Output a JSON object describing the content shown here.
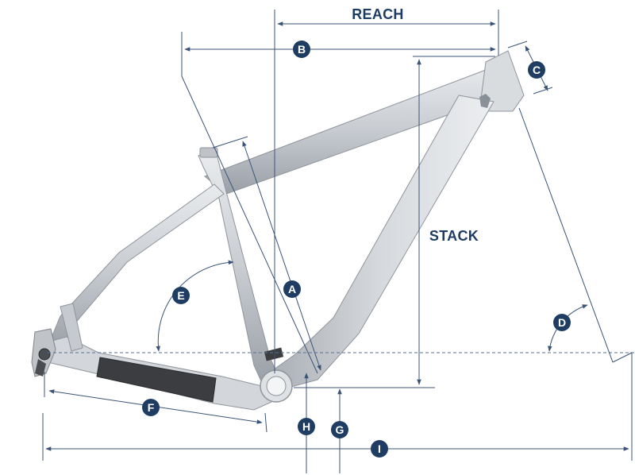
{
  "labels": {
    "reach": "REACH",
    "stack": "STACK",
    "a": "A",
    "b": "B",
    "c": "C",
    "d": "D",
    "e": "E",
    "f": "F",
    "g": "G",
    "h": "H",
    "i": "I"
  },
  "colors": {
    "badge": "#1f3d63",
    "dimension_line": "#3a5478",
    "frame": "#c9cdd2",
    "frame_shadow": "#8f959c",
    "chainstay_protector": "#3b3d40"
  }
}
